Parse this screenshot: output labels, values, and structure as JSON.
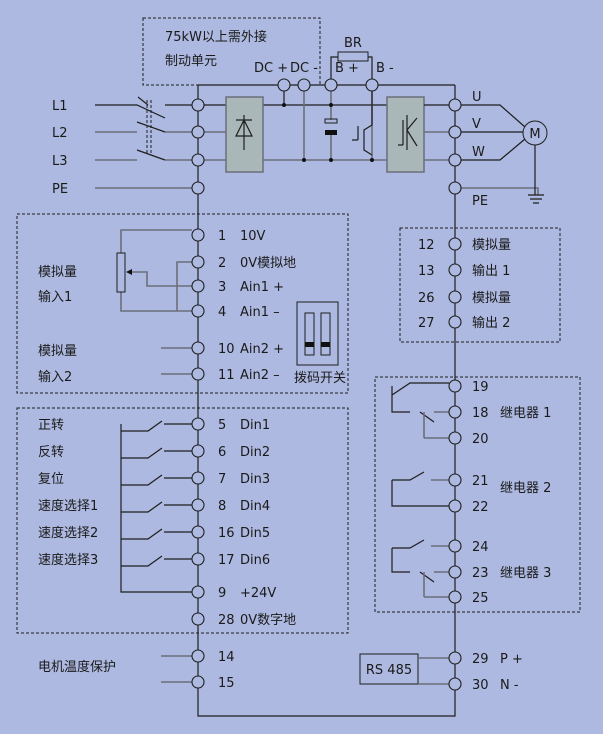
{
  "brake_note": [
    "75kW以上需外接",
    "制动单元"
  ],
  "dc_terminals": [
    "DC +",
    "DC -",
    "B +",
    "B -"
  ],
  "resistor_label": "BR",
  "power_inputs": [
    "L1",
    "L2",
    "L3",
    "PE"
  ],
  "power_outputs": [
    "U",
    "V",
    "W",
    "PE"
  ],
  "motor_label": "M",
  "analog_input_1": [
    "模拟量",
    "输入1"
  ],
  "analog_input_2": [
    "模拟量",
    "输入2"
  ],
  "dip_switch_label": "拨码开关",
  "left_terminals": [
    {
      "num": "1",
      "label": "10V"
    },
    {
      "num": "2",
      "label": "0V模拟地"
    },
    {
      "num": "3",
      "label": "Ain1 +"
    },
    {
      "num": "4",
      "label": "Ain1 –"
    },
    {
      "num": "10",
      "label": "Ain2 +"
    },
    {
      "num": "11",
      "label": "Ain2 –"
    },
    {
      "num": "5",
      "label": "Din1"
    },
    {
      "num": "6",
      "label": "Din2"
    },
    {
      "num": "7",
      "label": "Din3"
    },
    {
      "num": "8",
      "label": "Din4"
    },
    {
      "num": "16",
      "label": "Din5"
    },
    {
      "num": "17",
      "label": "Din6"
    },
    {
      "num": "9",
      "label": "+24V"
    },
    {
      "num": "28",
      "label": "0V数字地"
    },
    {
      "num": "14",
      "label": ""
    },
    {
      "num": "15",
      "label": ""
    }
  ],
  "digital_inputs": [
    "正转",
    "反转",
    "复位",
    "速度选择1",
    "速度选择2",
    "速度选择3"
  ],
  "motor_temp_label": "电机温度保护",
  "analog_outputs": [
    {
      "num": "12",
      "label": "模拟量"
    },
    {
      "num": "13",
      "label": "输出 1"
    },
    {
      "num": "26",
      "label": "模拟量"
    },
    {
      "num": "27",
      "label": "输出 2"
    }
  ],
  "relay_terminals": [
    "19",
    "18",
    "20",
    "21",
    "22",
    "24",
    "23",
    "25"
  ],
  "relays": [
    "继电器 1",
    "继电器 2",
    "继电器 3"
  ],
  "rs485": {
    "label": "RS 485",
    "terminals": [
      {
        "num": "29",
        "label": "P +"
      },
      {
        "num": "30",
        "label": "N -"
      }
    ]
  }
}
